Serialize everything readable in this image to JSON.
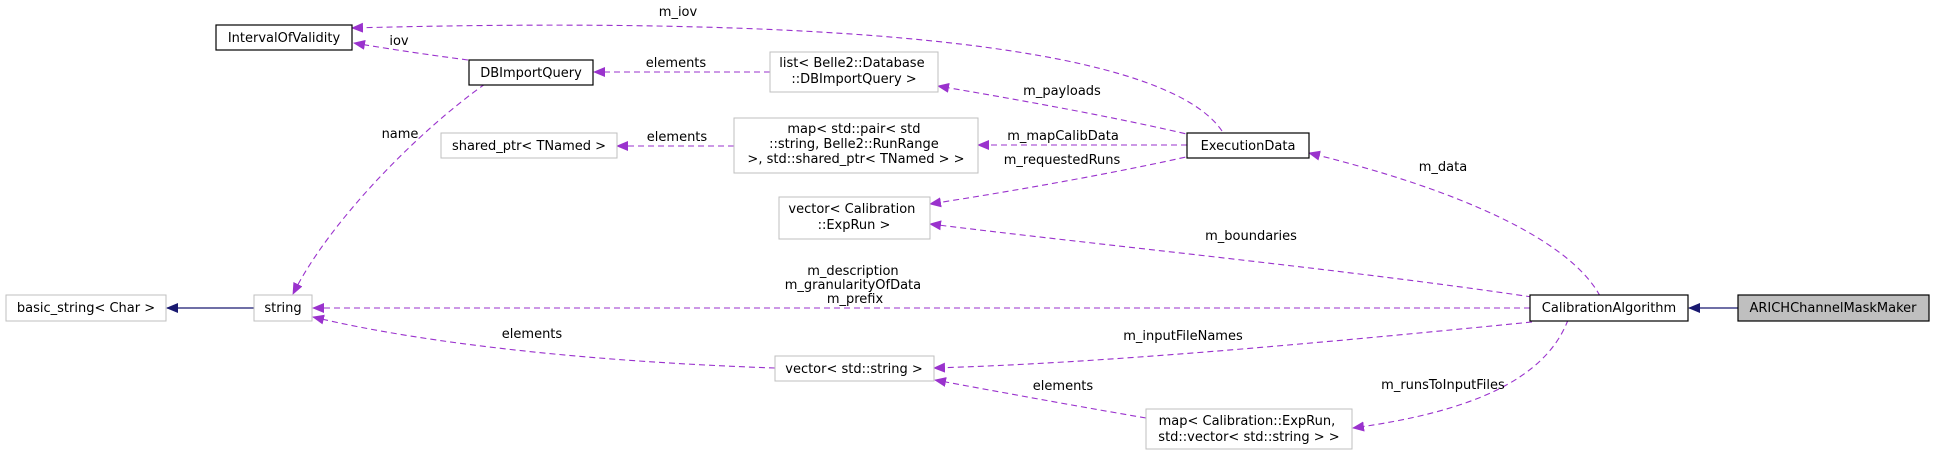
{
  "diagram": {
    "nodes": {
      "interval_of_validity": {
        "lines": [
          "IntervalOfValidity"
        ]
      },
      "db_import_query": {
        "lines": [
          "DBImportQuery"
        ]
      },
      "list_db_import_query": {
        "lines": [
          "list< Belle2::Database",
          "::DBImportQuery >"
        ]
      },
      "shared_ptr_tnamed": {
        "lines": [
          "shared_ptr< TNamed >"
        ]
      },
      "map_pair_string_runrange": {
        "lines": [
          "map< std::pair< std",
          "::string, Belle2::RunRange",
          " >, std::shared_ptr< TNamed > >"
        ]
      },
      "execution_data": {
        "lines": [
          "ExecutionData"
        ]
      },
      "vector_exprun": {
        "lines": [
          "vector< Calibration",
          "::ExpRun >"
        ]
      },
      "basic_string_char": {
        "lines": [
          "basic_string< Char >"
        ]
      },
      "string": {
        "lines": [
          "string"
        ]
      },
      "calibration_algorithm": {
        "lines": [
          "CalibrationAlgorithm"
        ]
      },
      "arich_channel_mask_maker": {
        "lines": [
          "ARICHChannelMaskMaker"
        ]
      },
      "vector_string": {
        "lines": [
          "vector< std::string >"
        ]
      },
      "map_exprun_vector_string": {
        "lines": [
          "map< Calibration::ExpRun,",
          "std::vector< std::string > >"
        ]
      }
    },
    "edges": {
      "m_iov": {
        "lines": [
          "m_iov"
        ]
      },
      "iov": {
        "lines": [
          "iov"
        ]
      },
      "elements_list": {
        "lines": [
          "elements"
        ]
      },
      "m_payloads": {
        "lines": [
          "m_payloads"
        ]
      },
      "name": {
        "lines": [
          "name"
        ]
      },
      "elements_shared": {
        "lines": [
          "elements"
        ]
      },
      "m_map_calib_data": {
        "lines": [
          "m_mapCalibData"
        ]
      },
      "m_requested_runs": {
        "lines": [
          "m_requestedRuns"
        ]
      },
      "m_data": {
        "lines": [
          "m_data"
        ]
      },
      "m_boundaries": {
        "lines": [
          "m_boundaries"
        ]
      },
      "m_description": {
        "lines": [
          "m_description",
          "m_granularityOfData",
          "m_prefix"
        ]
      },
      "elements_vector": {
        "lines": [
          "elements"
        ]
      },
      "m_input_file_names": {
        "lines": [
          "m_inputFileNames"
        ]
      },
      "elements_map": {
        "lines": [
          "elements"
        ]
      },
      "m_runs_to_input_files": {
        "lines": [
          "m_runsToInputFiles"
        ]
      }
    }
  }
}
